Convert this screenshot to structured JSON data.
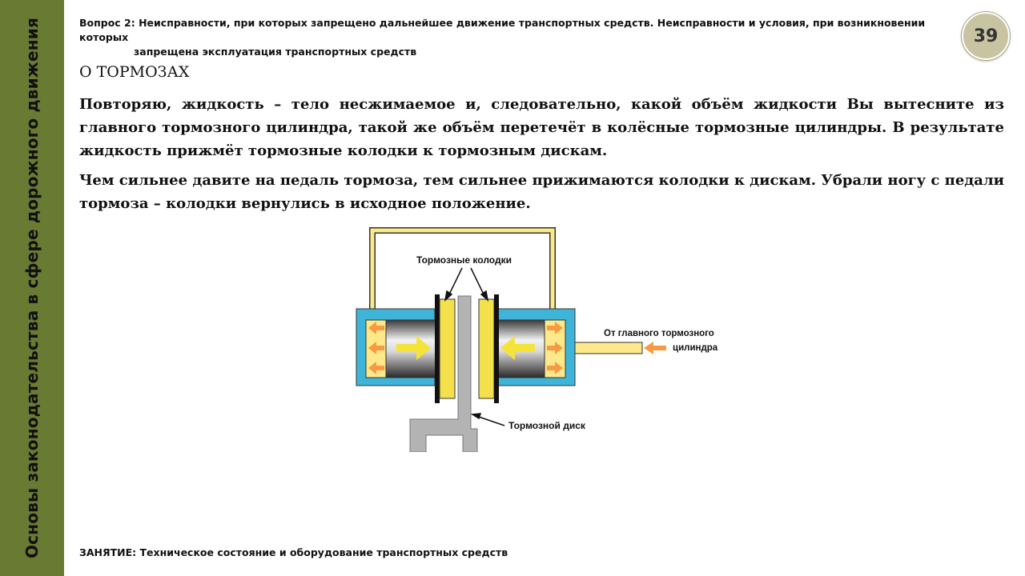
{
  "sidebar": {
    "title": "Основы законодательства в сфере дорожного движения"
  },
  "header": {
    "question_line1": "Вопрос 2: Неисправности, при которых запрещено дальнейшее движение транспортных средств. Неисправности и условия, при возникновении которых",
    "question_line2": "запрещена эксплуатация транспортных средств",
    "slide_number": "39"
  },
  "content": {
    "heading": "О ТОРМОЗАХ",
    "paragraph1": "Повторяю, жидкость – тело несжимаемое и, следовательно, какой объём жидкости Вы вытесните из главного тормозного цилиндра, такой же объём перетечёт в колёсные тормозные цилиндры. В результате жидкость прижмёт тормозные колодки к тормозным дискам.",
    "paragraph2": "Чем сильнее давите на педаль тормоза, тем сильнее прижимаются колодки к дискам. Убрали ногу с педали тормоза – колодки вернулись в исходное положение."
  },
  "diagram": {
    "label_pads": "Тормозные колодки",
    "label_from_line1": "От главного тормозного",
    "label_from_line2": "цилиндра",
    "label_disc": "Тормозной диск",
    "colors": {
      "caliper": "#3fb4d8",
      "fluid": "#fde98a",
      "pad": "#f4e04a",
      "disc": "#b3b3b3",
      "arrow_yellow": "#f6e33a",
      "arrow_orange": "#f79a43"
    }
  },
  "footer": {
    "lesson": "ЗАНЯТИЕ: Техническое состояние и оборудование транспортных средств"
  }
}
